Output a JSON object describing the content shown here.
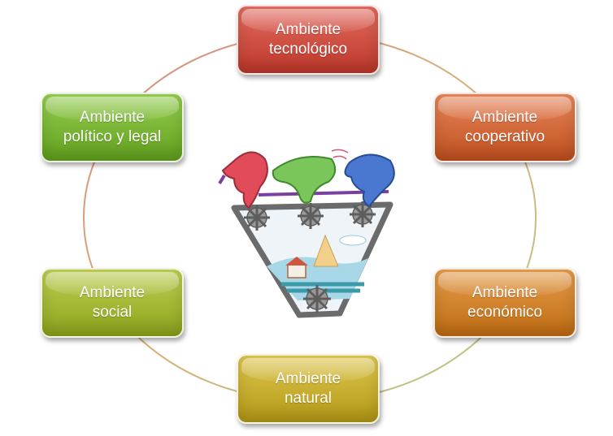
{
  "diagram": {
    "nodes": [
      {
        "id": "tecnologico",
        "text": "Ambiente\ntecnológico",
        "color": "#c0392b",
        "color_light": "#e06a5e"
      },
      {
        "id": "cooperativo",
        "text": "Ambiente\ncooperativo",
        "color": "#c2501f",
        "color_light": "#e5855a"
      },
      {
        "id": "economico",
        "text": "Ambiente\neconómico",
        "color": "#c26d12",
        "color_light": "#e39a4a"
      },
      {
        "id": "natural",
        "text": "Ambiente\nnatural",
        "color": "#b59a16",
        "color_light": "#dcc54d"
      },
      {
        "id": "social",
        "text": "Ambiente\nsocial",
        "color": "#8ea51b",
        "color_light": "#bccd52"
      },
      {
        "id": "politico",
        "text": "Ambiente\npolítico y legal",
        "color": "#63a21e",
        "color_light": "#94cc4f"
      }
    ],
    "center_image": "cyclists-gears-illustration"
  }
}
